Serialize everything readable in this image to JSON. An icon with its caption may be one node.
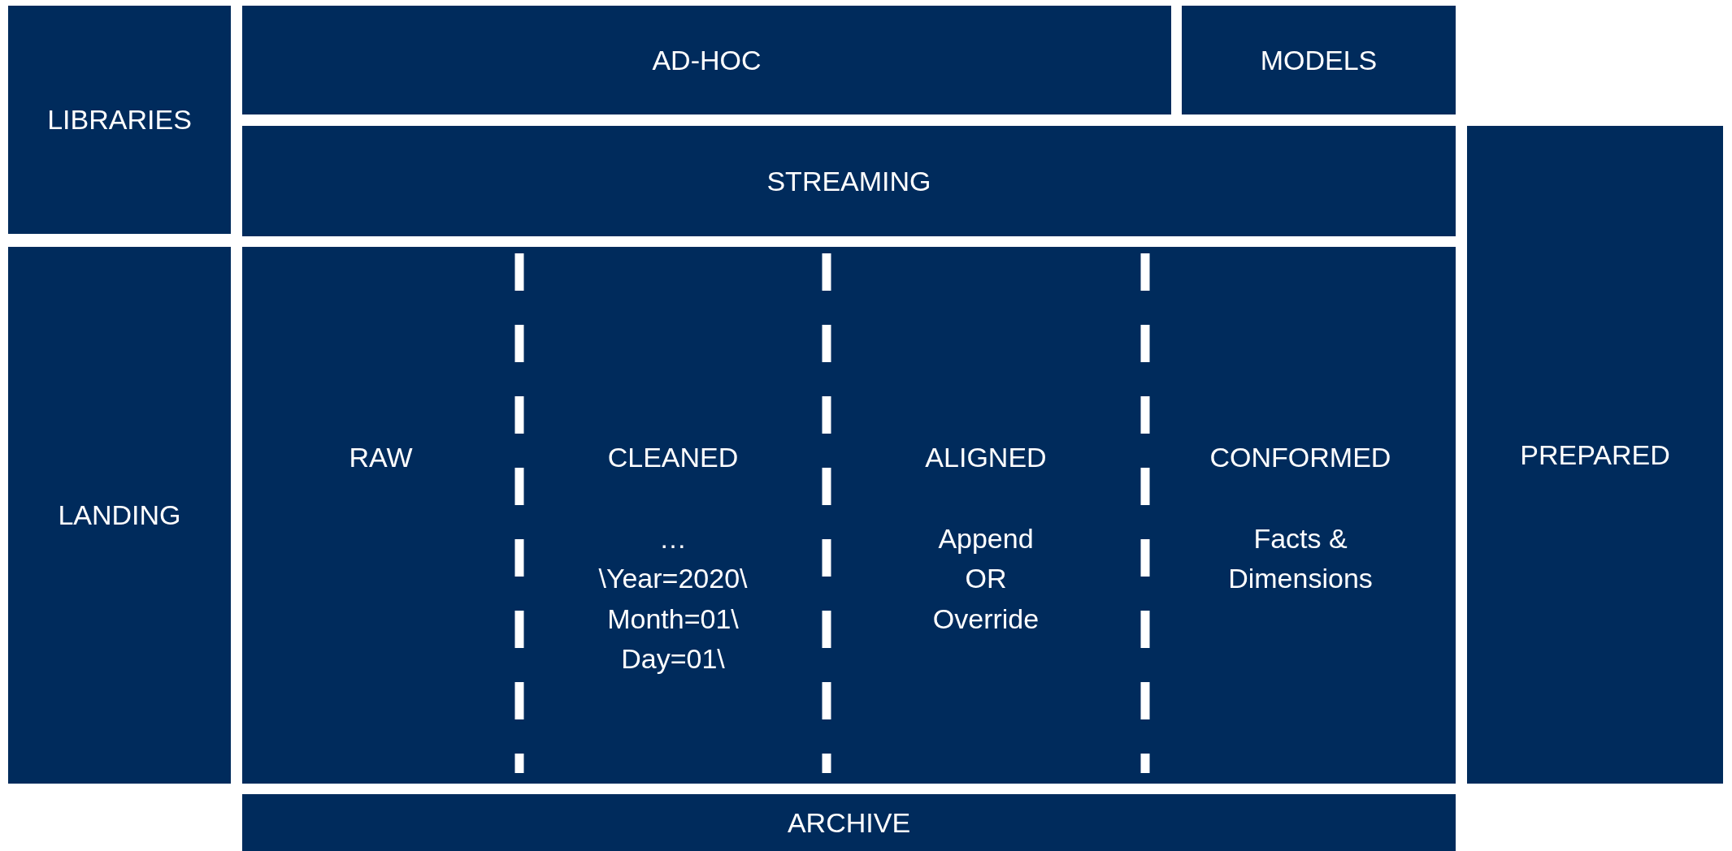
{
  "diagram": {
    "nodes": [
      {
        "text": [
          "LIBRARIES"
        ]
      },
      {
        "text": [
          "AD-HOC"
        ]
      },
      {
        "text": [
          "MODELS"
        ]
      },
      {
        "text": [
          "STREAMING"
        ]
      },
      {
        "text": [
          "LANDING"
        ]
      },
      {
        "text": [],
        "shape": "box"
      },
      {
        "text": [
          "RAW"
        ],
        "in": 5
      },
      {
        "text": [
          "CLEANED",
          "…\\Year=2020\\ Month=01\\ Day=01\\"
        ],
        "in": 5
      },
      {
        "text": [
          "ALIGNED",
          "Append OR Override"
        ],
        "in": 5
      },
      {
        "text": [
          "CONFORMED",
          "Facts & Dimensions"
        ],
        "in": 5
      },
      {
        "text": [
          "PREPARED"
        ]
      },
      {
        "text": [
          "ARCHIVE"
        ]
      }
    ]
  }
}
